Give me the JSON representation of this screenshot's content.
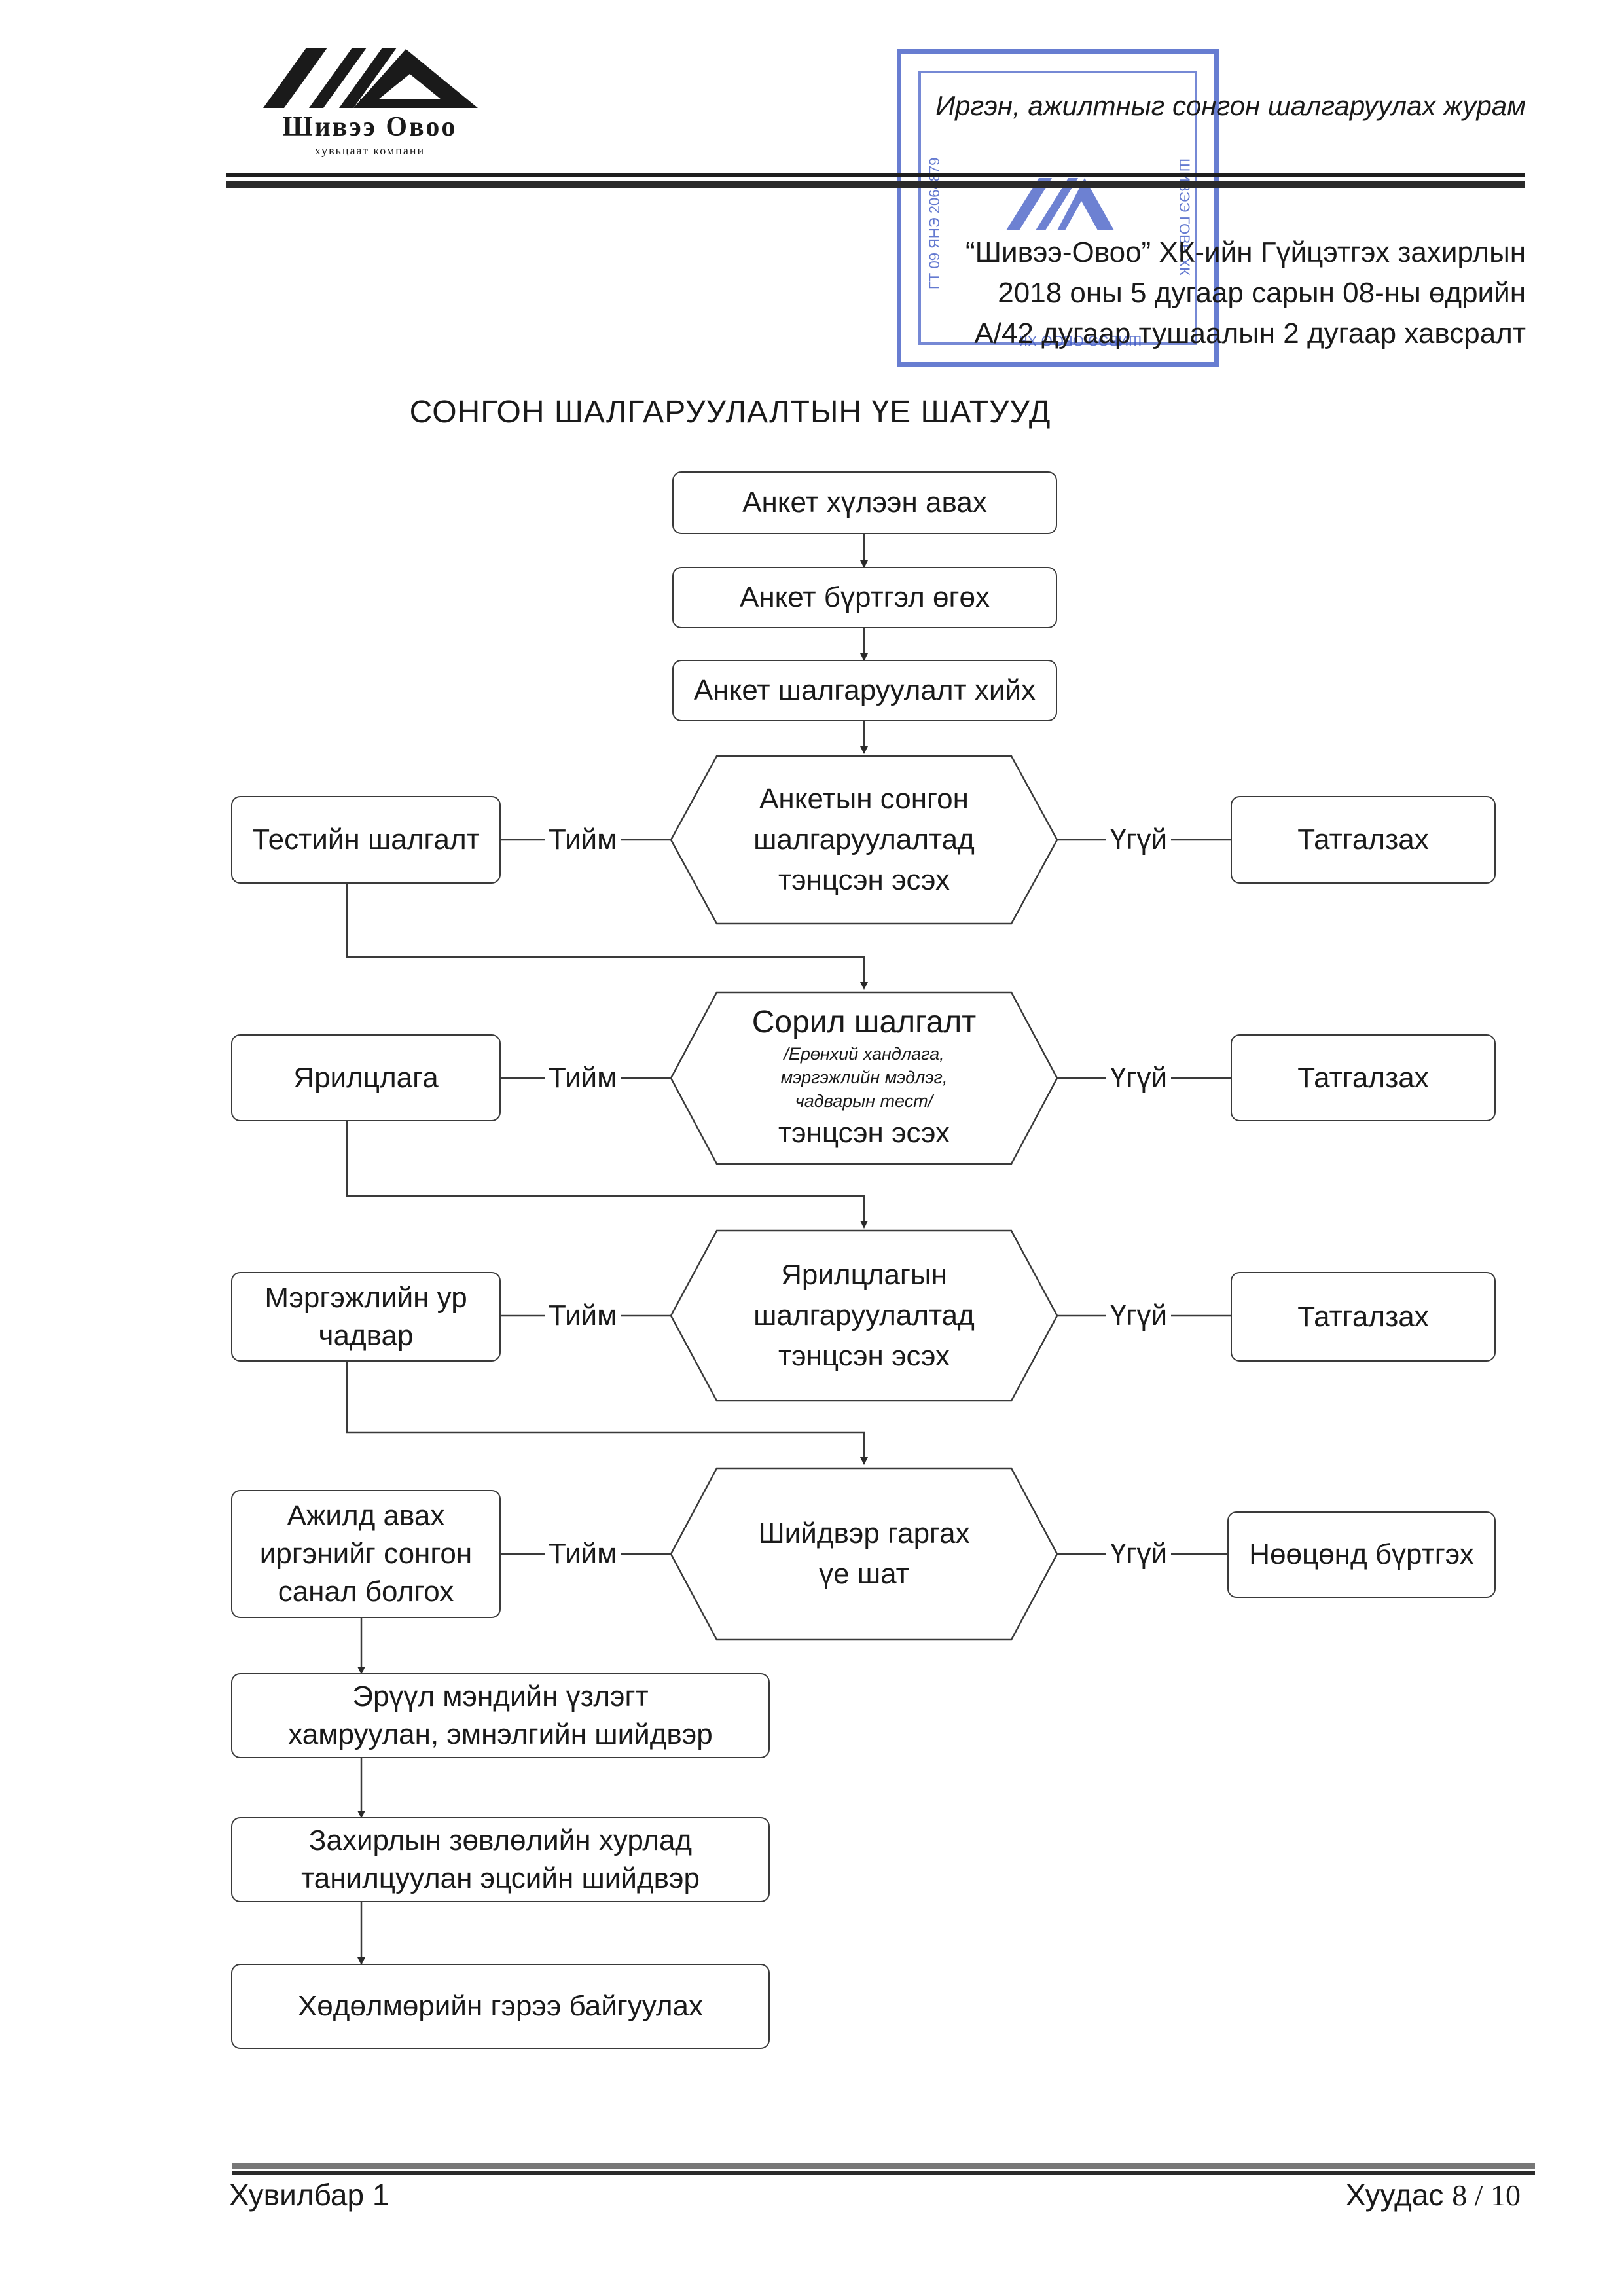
{
  "header": {
    "logo_name": "Шивээ Овоо",
    "logo_sub": "хувьцаат компани",
    "doc_title": "Иргэн, ажилтныг сонгон шалгаруулах журам"
  },
  "approval": {
    "line1": "“Шивээ-Овоо” ХК-ийн Гүйцэтгэх захирлын",
    "line2": "2018 оны 5 дугаар сарын 08-ны өдрийн",
    "line3": "А/42 дугаар тушаалын 2 дугаар хавсралт"
  },
  "stamp": {
    "left": "ГТ 09 ЯНЭ 2064879",
    "right": "ШИВЭЭ ГОВЬ ХК",
    "bottom": "ШИВЭЭ ОВОО ХК"
  },
  "title": "СОНГОН ШАЛГАРУУЛАЛТЫН ҮЕ ШАТУУД",
  "flow": {
    "step1": "Анкет хүлээн авах",
    "step2": "Анкет бүртгэл өгөх",
    "step3": "Анкет шалгаруулалт хийх",
    "d1": {
      "l1": "Анкетын сонгон",
      "l2": "шалгаруулалтад",
      "l3": "тэнцсэн эсэх"
    },
    "d1_yes": "Тестийн шалгалт",
    "d1_no": "Татгалзах",
    "d2": {
      "title": "Сорил шалгалт",
      "s1": "/Ерөнхий хандлага,",
      "s2": "мэргэжлийн мэдлэг,",
      "s3": "чадварын тест/",
      "l_last": "тэнцсэн эсэх"
    },
    "d2_yes": "Ярилцлага",
    "d2_no": "Татгалзах",
    "d3": {
      "l1": "Ярилцлагын",
      "l2": "шалгаруулалтад",
      "l3": "тэнцсэн эсэх"
    },
    "d3_yes": {
      "l1": "Мэргэжлийн ур",
      "l2": "чадвар"
    },
    "d3_no": "Татгалзах",
    "d4": {
      "l1": "Шийдвэр гаргах",
      "l2": "үе шат"
    },
    "d4_yes": {
      "l1": "Ажилд авах",
      "l2": "иргэнийг сонгон",
      "l3": "санал болгох"
    },
    "d4_no": "Нөөцөнд бүртгэх",
    "step_health": {
      "l1": "Эрүүл мэндийн үзлэгт",
      "l2": "хамруулан, эмнэлгийн шийдвэр"
    },
    "step_board": {
      "l1": "Захирлын зөвлөлийн хурлад",
      "l2": "танилцуулан эцсийн шийдвэр"
    },
    "step_contract": "Хөдөлмөрийн гэрээ байгуулах",
    "yes": "Тийм",
    "no": "Үгүй"
  },
  "footer": {
    "version": "Хувилбар 1",
    "page_label": "Хуудас",
    "page_num": "8 / 10"
  }
}
